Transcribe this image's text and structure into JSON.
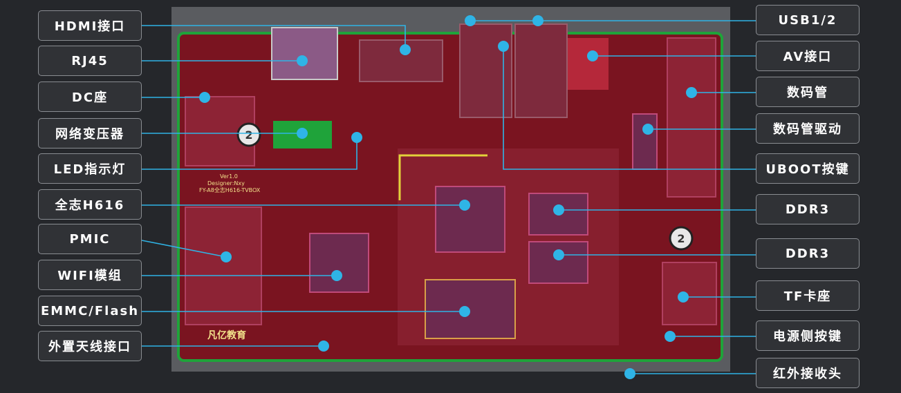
{
  "diagram": {
    "left_labels": [
      {
        "id": "hdmi",
        "text": "HDMI接口"
      },
      {
        "id": "rj45",
        "text": "RJ45"
      },
      {
        "id": "dc",
        "text": "DC座"
      },
      {
        "id": "net-transformer",
        "text": "网络变压器"
      },
      {
        "id": "led",
        "text": "LED指示灯"
      },
      {
        "id": "h616",
        "text": "全志H616"
      },
      {
        "id": "pmic",
        "text": "PMIC"
      },
      {
        "id": "wifi",
        "text": "WIFI模组"
      },
      {
        "id": "emmc",
        "text": "EMMC/Flash"
      },
      {
        "id": "antenna",
        "text": "外置天线接口"
      }
    ],
    "right_labels": [
      {
        "id": "usb",
        "text": "USB1/2"
      },
      {
        "id": "av",
        "text": "AV接口"
      },
      {
        "id": "digit-tube",
        "text": "数码管"
      },
      {
        "id": "digit-driver",
        "text": "数码管驱动"
      },
      {
        "id": "uboot",
        "text": "UBOOT按键"
      },
      {
        "id": "ddr3-1",
        "text": "DDR3"
      },
      {
        "id": "ddr3-2",
        "text": "DDR3"
      },
      {
        "id": "tf",
        "text": "TF卡座"
      },
      {
        "id": "power-key",
        "text": "电源侧按键"
      },
      {
        "id": "ir",
        "text": "红外接收头"
      }
    ],
    "board_silkscreen": {
      "version": "Ver1.0",
      "designer": "Designer:Nxy",
      "model": "FY-A8全志H616-TVBOX",
      "logo": "凡亿教育",
      "hole_mark": "2"
    },
    "colors": {
      "background": "#25272b",
      "board": "#7a1420",
      "board_edge": "#1fa33a",
      "leader_line": "#2fb4e6",
      "marker": "#2fb4e6",
      "label_border": "#8a8d92"
    }
  }
}
